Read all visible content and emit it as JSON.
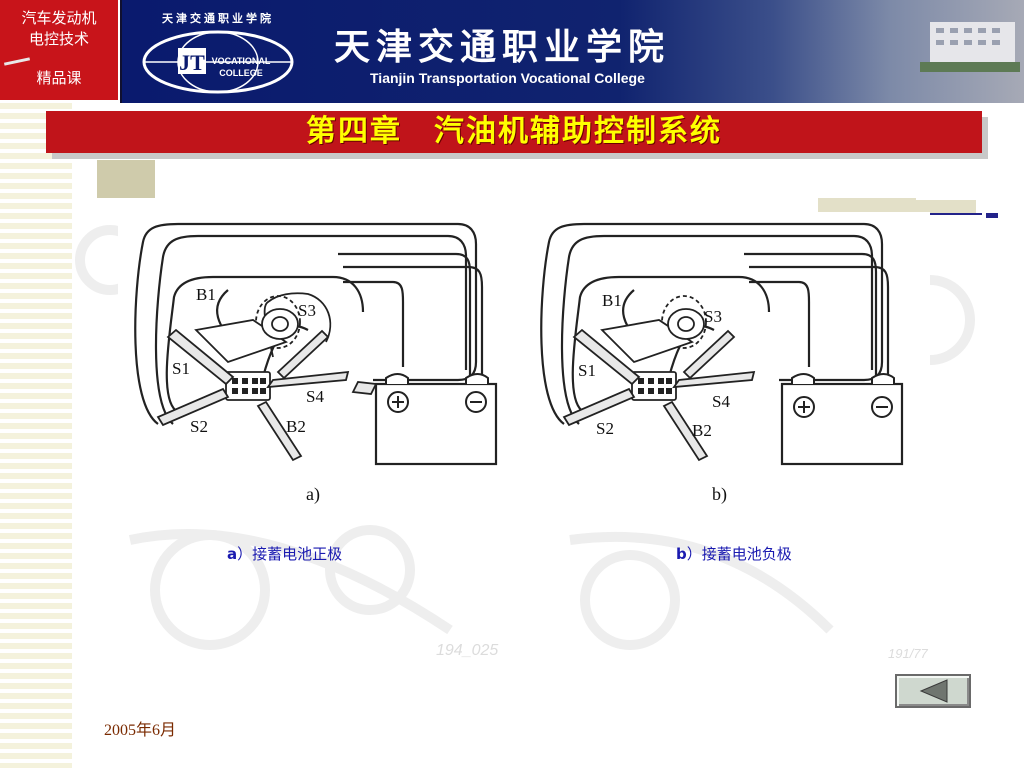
{
  "badge": {
    "line1": "汽车发动机",
    "line2": "电控技术",
    "line3": "精品课"
  },
  "banner": {
    "cn_name": "天津交通职业学院",
    "en_name": "Tianjin Transportation Vocational College",
    "logo_text": {
      "top": "天津交通职业学院",
      "mid": "VOCATIONAL",
      "bottom": "COLLEGE",
      "mark": "JT"
    }
  },
  "title": "第四章　汽油机辅助控制系统",
  "diagram": {
    "panel_a": {
      "label": "a)",
      "parts": [
        "B1",
        "S3",
        "S1",
        "S4",
        "S2",
        "B2"
      ],
      "battery": [
        "⊕",
        "⊖"
      ]
    },
    "panel_b": {
      "label": "b)",
      "parts": [
        "B1",
        "S3",
        "S1",
        "S4",
        "S2",
        "B2"
      ],
      "battery": [
        "⊕",
        "⊖"
      ]
    }
  },
  "captions": {
    "a_prefix": "a",
    "a_text": "）接蓄电池正极",
    "b_prefix": "b",
    "b_text": "）接蓄电池负极"
  },
  "watermarks": {
    "left": "194_025",
    "right": "191/77"
  },
  "date": "2005年6月",
  "nav": {
    "prev_icon": "triangle-left-icon"
  },
  "colors": {
    "banner": "#0a1a6e",
    "title_bg": "#c0141a",
    "title_text": "#ffff00",
    "caption": "#1a1ab0",
    "badge": "#c8141a"
  }
}
